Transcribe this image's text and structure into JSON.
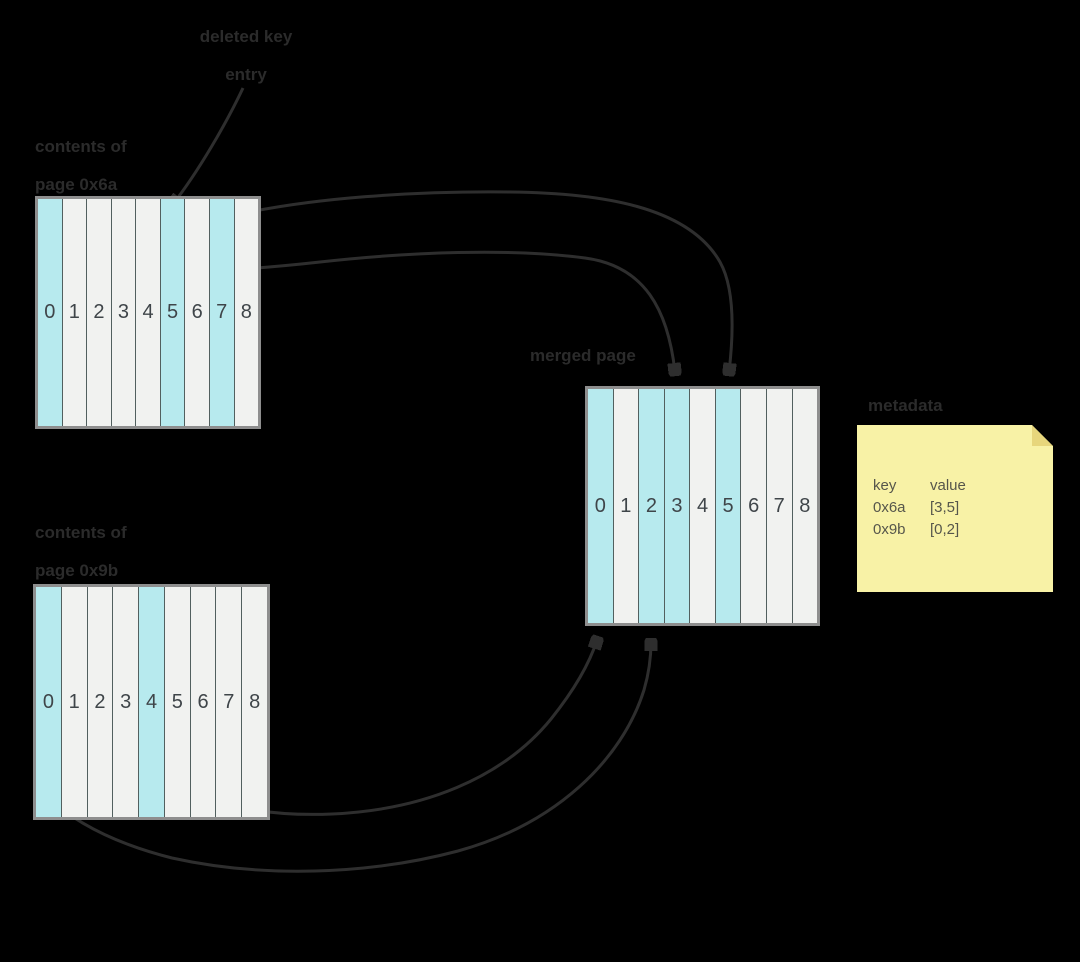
{
  "colors": {
    "background": "#000000",
    "cell_highlight": "#B7EAEE",
    "cell_default": "#F1F2F0",
    "array_border": "#8E8E8E",
    "cell_divider": "#52605F",
    "number_text": "#3F4549",
    "arrow": "#2E2E2E",
    "label_text": "#2B2B2B",
    "note_bg": "#F8F2A6",
    "note_fold": "#E7D67C",
    "note_text": "#56564B"
  },
  "annotation": {
    "line1": "deleted key",
    "line2": "entry"
  },
  "arrays": {
    "page_a": {
      "label_line1": "contents of",
      "label_line2": "page 0x6a",
      "cells": [
        "0",
        "1",
        "2",
        "3",
        "4",
        "5",
        "6",
        "7",
        "8"
      ],
      "highlighted": [
        0,
        5,
        7
      ]
    },
    "merged": {
      "label": "merged page",
      "cells": [
        "0",
        "1",
        "2",
        "3",
        "4",
        "5",
        "6",
        "7",
        "8"
      ],
      "highlighted": [
        0,
        2,
        3,
        5
      ]
    },
    "page_b": {
      "label_line1": "contents of",
      "label_line2": "page 0x9b",
      "cells": [
        "0",
        "1",
        "2",
        "3",
        "4",
        "5",
        "6",
        "7",
        "8"
      ],
      "highlighted": [
        0,
        4
      ]
    }
  },
  "links": [
    {
      "from": "page_a",
      "to": "merged",
      "to_slot": 5
    },
    {
      "from": "page_a",
      "to": "merged",
      "to_slot": 3
    },
    {
      "from": "page_b",
      "to": "merged",
      "to_slot": 0
    },
    {
      "from": "page_b",
      "to": "merged",
      "to_slot": 2
    }
  ],
  "note": {
    "label": "metadata",
    "col_key": "key",
    "col_value": "value",
    "rows": [
      {
        "key": "0x6a",
        "value": "[3,5]"
      },
      {
        "key": "0x9b",
        "value": "[0,2]"
      }
    ]
  }
}
